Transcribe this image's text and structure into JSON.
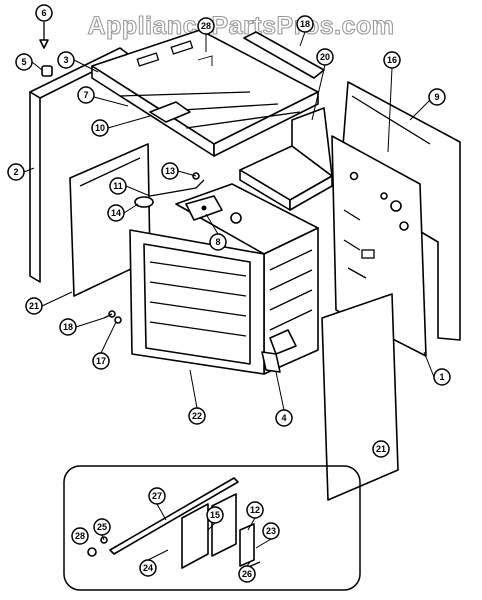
{
  "watermark": "AppliancePartsPros.com",
  "callouts": [
    "6",
    "5",
    "3",
    "28",
    "18",
    "20",
    "16",
    "9",
    "7",
    "10",
    "2",
    "13",
    "11",
    "14",
    "8",
    "21",
    "18",
    "17",
    "22",
    "4",
    "1",
    "21",
    "27",
    "15",
    "12",
    "23",
    "25",
    "28",
    "24",
    "26"
  ]
}
